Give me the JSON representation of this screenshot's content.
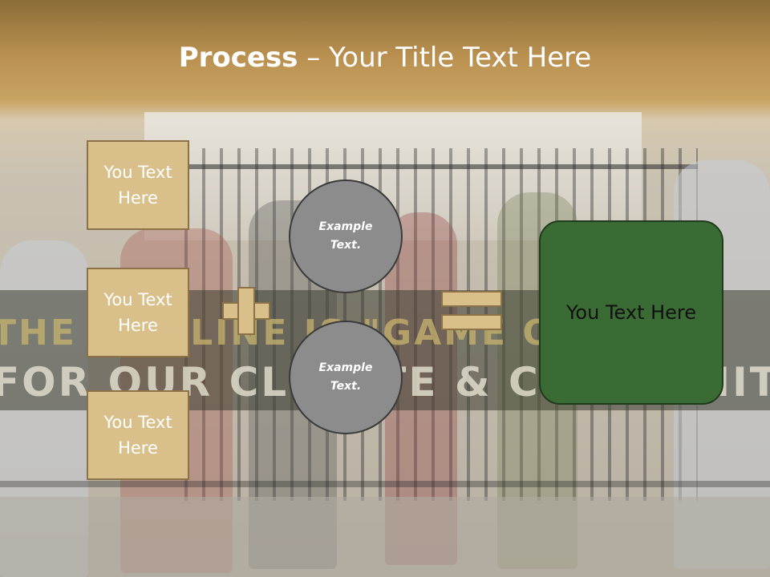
{
  "title": {
    "bold": "Process",
    "rest": " – Your Title Text Here"
  },
  "left_boxes": [
    "You Text Here",
    "You Text Here",
    "You Text Here"
  ],
  "circles": [
    "Example Text.",
    "Example Text."
  ],
  "result": "You Text Here",
  "background_banner": {
    "line1": "THE PIPELINE IS \"GAME OVER\"",
    "line2": "FOR OUR CLIMATE & COMMUNITIES"
  },
  "colors": {
    "box_fill": "#d9bf8a",
    "box_border": "#8c7246",
    "circle_fill": "#8c8c8c",
    "result_fill": "#3a6b34",
    "title_band": "#b9904f"
  }
}
